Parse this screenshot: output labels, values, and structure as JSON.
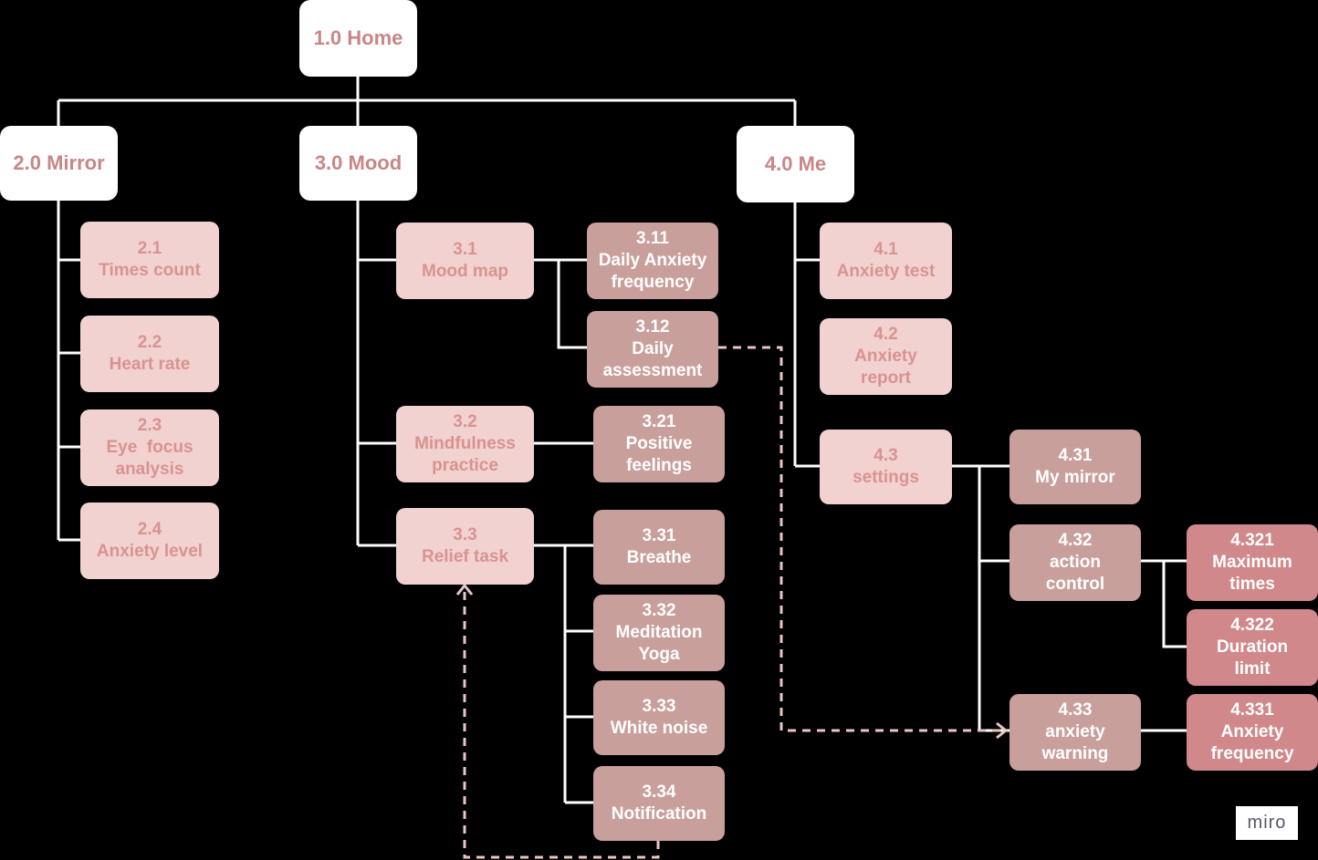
{
  "diagram": {
    "nodes": {
      "home": {
        "id": "1.0",
        "label": "Home"
      },
      "mirror": {
        "id": "2.0",
        "label": "Mirror"
      },
      "mood": {
        "id": "3.0",
        "label": "Mood"
      },
      "me": {
        "id": "4.0",
        "label": "Me"
      },
      "n2_1": {
        "id": "2.1",
        "label": "Times count"
      },
      "n2_2": {
        "id": "2.2",
        "label": "Heart rate"
      },
      "n2_3": {
        "id": "2.3",
        "label_line1": "Eye  focus",
        "label_line2": "analysis"
      },
      "n2_4": {
        "id": "2.4",
        "label": "Anxiety level"
      },
      "n3_1": {
        "id": "3.1",
        "label": "Mood map"
      },
      "n3_11": {
        "id": "3.11",
        "label_line1": "Daily Anxiety",
        "label_line2": "frequency"
      },
      "n3_12": {
        "id": "3.12",
        "label_line1": "Daily",
        "label_line2": "assessment"
      },
      "n3_2": {
        "id": "3.2",
        "label_line1": "Mindfulness",
        "label_line2": "practice"
      },
      "n3_21": {
        "id": "3.21",
        "label_line1": "Positive",
        "label_line2": "feelings"
      },
      "n3_3": {
        "id": "3.3",
        "label": "Relief task"
      },
      "n3_31": {
        "id": "3.31",
        "label": "Breathe"
      },
      "n3_32": {
        "id": "3.32",
        "label_line1": "Meditation",
        "label_line2": "Yoga"
      },
      "n3_33": {
        "id": "3.33",
        "label": "White noise"
      },
      "n3_34": {
        "id": "3.34",
        "label": "Notification"
      },
      "n4_1": {
        "id": "4.1",
        "label": "Anxiety test"
      },
      "n4_2": {
        "id": "4.2",
        "label_line1": "Anxiety",
        "label_line2": "report"
      },
      "n4_3": {
        "id": "4.3",
        "label": "settings"
      },
      "n4_31": {
        "id": "4.31",
        "label": "My mirror"
      },
      "n4_32": {
        "id": "4.32",
        "label_line1": "action",
        "label_line2": "control"
      },
      "n4_321": {
        "id": "4.321",
        "label_line1": "Maximum",
        "label_line2": "times"
      },
      "n4_322": {
        "id": "4.322",
        "label_line1": "Duration",
        "label_line2": "limit"
      },
      "n4_33": {
        "id": "4.33",
        "label_line1": "anxiety",
        "label_line2": "warning"
      },
      "n4_331": {
        "id": "4.331",
        "label_line1": "Anxiety",
        "label_line2": "frequency"
      }
    },
    "colors": {
      "background": "#000000",
      "top_level_fill": "#ffffff",
      "top_level_text": "#c98686",
      "level1_fill": "#f1d2d0",
      "level1_text": "#d9938f",
      "level2_fill": "#c99f9b",
      "level3_fill": "#d0888a",
      "connector": "#ffffff",
      "dashed_connector": "#e8c6c4"
    }
  },
  "branding": {
    "watermark": "miro"
  }
}
